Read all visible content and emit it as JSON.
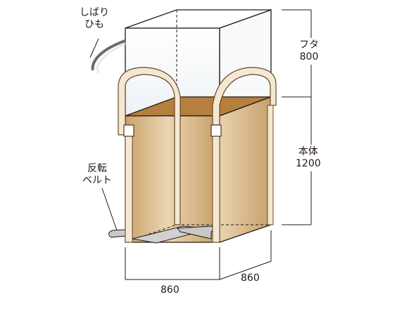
{
  "labels": {
    "tie_string": [
      "しばり",
      "ひも"
    ],
    "lid": [
      "フタ",
      "800"
    ],
    "body": [
      "本体",
      "1200"
    ],
    "reversal_belt": [
      "反転",
      "ベルト"
    ],
    "width_front": "860",
    "width_side": "860"
  },
  "colors": {
    "line": "#231815",
    "bag_body_front": "#d8b98a",
    "bag_body_side": "#c9a56f",
    "bag_body_inner": "#b07d3c",
    "belt_fill": "#f3e6cf",
    "belt_edge": "#6b4a26",
    "lid_fill": "#ffffff",
    "bottom_belt": "#bdbdbd"
  }
}
